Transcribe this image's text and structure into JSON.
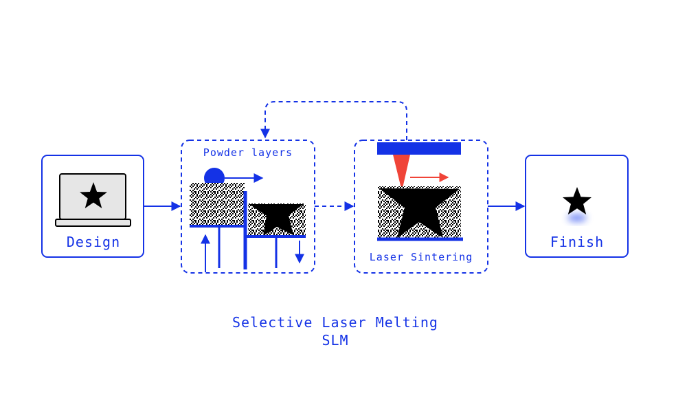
{
  "colors": {
    "accent": "#1432e6",
    "laser": "#f04438",
    "black": "#000000",
    "screen": "#e6e6e6"
  },
  "icons": [
    "laptop-icon",
    "star-icon",
    "roller-icon",
    "laser-nozzle-icon"
  ],
  "steps": {
    "design": "Design",
    "powder": "Powder layers",
    "sinter": "Laser Sintering",
    "finish": "Finish"
  },
  "caption": {
    "line1": "Selective Laser Melting",
    "line2": "SLM"
  }
}
